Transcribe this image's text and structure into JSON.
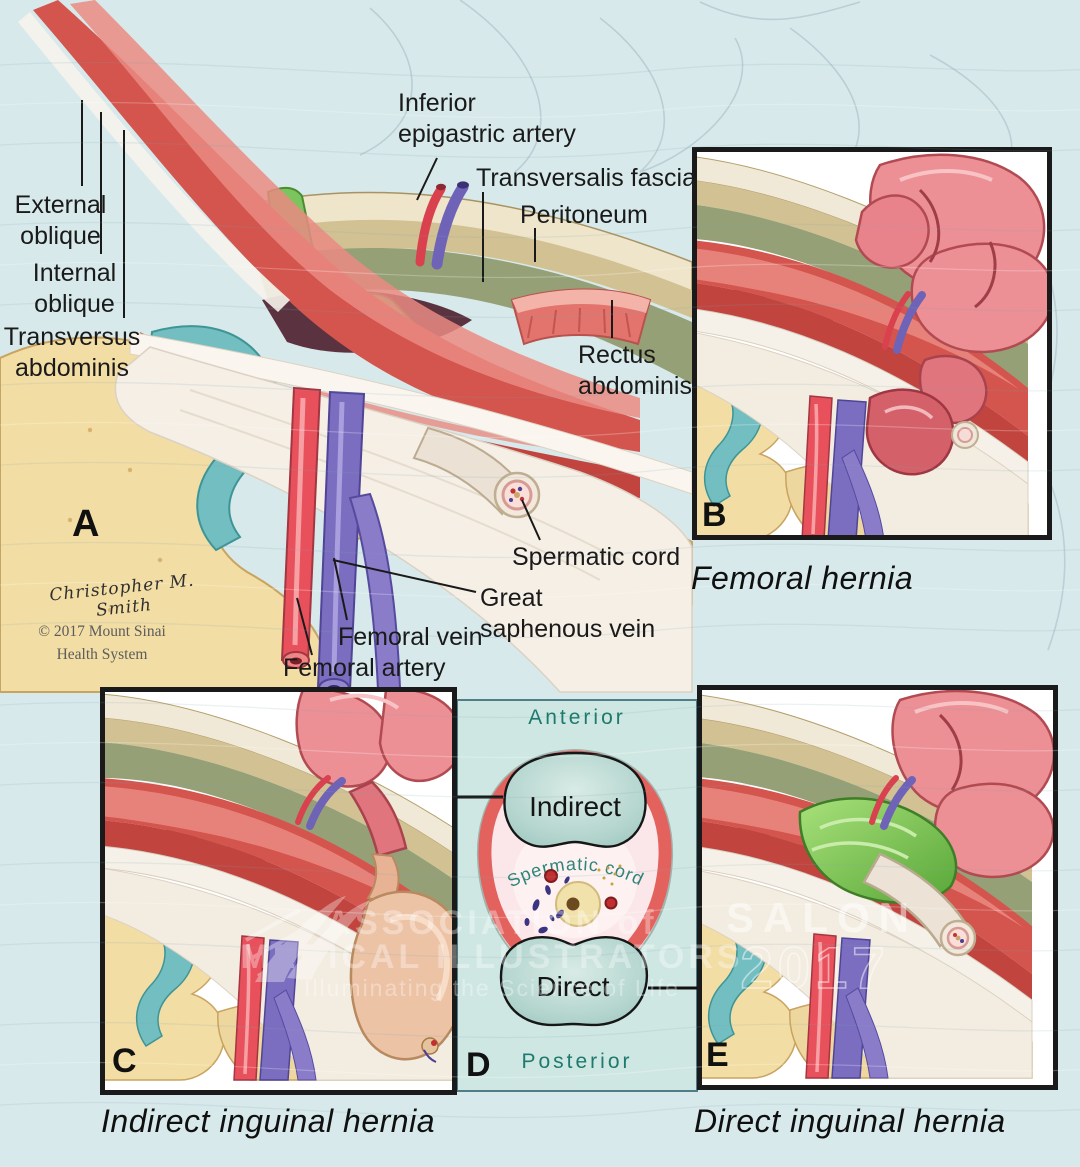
{
  "figure_title": "Inguinal and femoral hernia anatomy",
  "panelA": {
    "letter": "A",
    "labels": {
      "external_oblique": "External\noblique",
      "internal_oblique": "Internal\noblique",
      "transversus_abdominis": "Transversus\nabdominis",
      "inferior_epigastric_artery": "Inferior\nepigastric artery",
      "transversalis_fascia": "Transversalis fascia",
      "peritoneum": "Peritoneum",
      "rectus_abdominis": "Rectus\nabdominis",
      "spermatic_cord": "Spermatic cord",
      "great_saphenous_vein": "Great\nsaphenous vein",
      "femoral_vein": "Femoral vein",
      "femoral_artery": "Femoral artery"
    },
    "credit": {
      "signature": "Christopher M. Smith",
      "copyright": "© 2017 Mount Sinai\nHealth System"
    }
  },
  "panelB": {
    "letter": "B",
    "caption": "Femoral hernia"
  },
  "panelC": {
    "letter": "C",
    "caption": "Indirect inguinal hernia"
  },
  "panelD": {
    "letter": "D",
    "anterior_label": "Anterior",
    "posterior_label": "Posterior",
    "indirect_label": "Indirect",
    "direct_label": "Direct",
    "spermatic_cord_label": "Spermatic cord"
  },
  "panelE": {
    "letter": "E",
    "caption": "Direct inguinal hernia"
  },
  "watermarks": {
    "ami_line1": "ASSOCIATION of",
    "ami_line2": "MEDICAL ILLUSTRATORS",
    "ami_tagline": "Illuminating the Science of Life",
    "salon": "SALON",
    "salon_year": "2017"
  },
  "colors": {
    "background": "#d7e9ea",
    "panel_d_background": "#cfe7e2",
    "teal_text": "#1e7a6e",
    "muscle_red": "#d4544e",
    "artery_red": "#e8515c",
    "vein_purple": "#7b6ec0",
    "bone_tan": "#f2dda4",
    "cartilage_teal": "#72bec1",
    "ligament_green": "#7cc45e",
    "fascia_olive": "#95a077",
    "bowel_pink": "#ec9095"
  }
}
